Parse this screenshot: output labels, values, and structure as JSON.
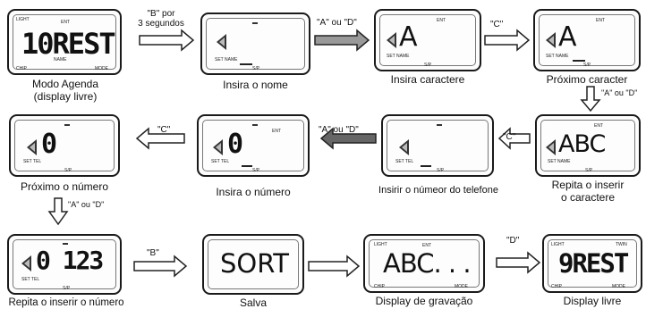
{
  "indicators": {
    "light": "LIGHT",
    "chip": "CHIP",
    "mode": "MODE",
    "twin": "TWIN",
    "ent": "ENT",
    "set_name": "SET NAME",
    "set_tel": "SET TEL",
    "sup": "S/P"
  },
  "displays": [
    {
      "id": "modo-agenda",
      "text": "10REST",
      "caption": [
        "Modo Agenda",
        "(display livre)"
      ]
    },
    {
      "id": "insira-nome",
      "text": "",
      "caption": [
        "Insira o nome"
      ]
    },
    {
      "id": "insira-caractere",
      "text": "A",
      "caption": [
        "Insira caractere"
      ]
    },
    {
      "id": "proximo-caracter",
      "text": "A",
      "caption": [
        "Próximo caracter"
      ]
    },
    {
      "id": "repita-caractere",
      "text": "ABC",
      "caption": [
        "Repita o inserir",
        "o caractere"
      ]
    },
    {
      "id": "insirir-telefone",
      "text": "",
      "caption": [
        "Insirir o númeor do telefone"
      ]
    },
    {
      "id": "insira-numero",
      "text": "0",
      "caption": [
        "Insira o número"
      ]
    },
    {
      "id": "proximo-numero",
      "text": "0",
      "caption": [
        "Próximo o número"
      ]
    },
    {
      "id": "repita-numero",
      "text": "0 123",
      "caption": [
        "Repita o inserir o número"
      ]
    },
    {
      "id": "salva",
      "text": "SORT",
      "caption": [
        "Salva"
      ]
    },
    {
      "id": "display-gravacao",
      "text": "ABC. . .",
      "caption": [
        "Display de gravação"
      ]
    },
    {
      "id": "display-livre",
      "text": "9REST",
      "caption": [
        "Display livre"
      ]
    }
  ],
  "transitions": [
    {
      "id": "b-3s",
      "label": [
        "\"B\" por",
        "3 segundos"
      ]
    },
    {
      "id": "a-or-d-1",
      "label": [
        "\"A\" ou \"D\""
      ]
    },
    {
      "id": "c-1",
      "label": [
        "\"C\""
      ]
    },
    {
      "id": "a-or-d-2",
      "label": [
        "\"A\" ou \"D\""
      ]
    },
    {
      "id": "c-2",
      "label": [
        "\"C\""
      ]
    },
    {
      "id": "a-or-d-3",
      "label": [
        "\"A\" ou \"D\""
      ]
    },
    {
      "id": "c-3",
      "label": [
        "\"C\""
      ]
    },
    {
      "id": "a-or-d-4",
      "label": [
        "\"A\" ou \"D\""
      ]
    },
    {
      "id": "b-1",
      "label": [
        "\"B\""
      ]
    },
    {
      "id": "d-1",
      "label": [
        "\"D\""
      ]
    }
  ]
}
